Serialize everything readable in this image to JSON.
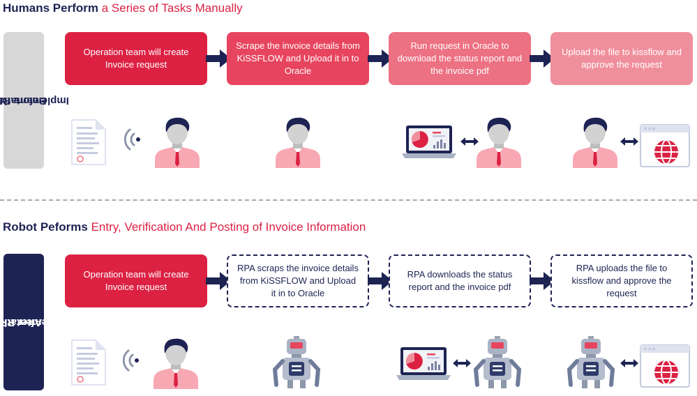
{
  "before": {
    "heading_strong": "Humans Perform",
    "heading_rest": "a Series of Tasks Manually",
    "side_label": [
      "Before RPA",
      "Implementation"
    ],
    "steps": [
      "Operation team will create Invoice request",
      "Scrape the invoice details from KiSSFLOW and Upload it in to Oracle",
      "Run request in Oracle to download the status report and the invoice pdf",
      "Upload the file to kissflow and approve the request"
    ]
  },
  "after": {
    "heading_strong": "Robot Peforms",
    "heading_rest": "Entry, Verification And Posting of Invoice Information",
    "side_label": [
      "After RPA",
      "Implementation"
    ],
    "steps": [
      "Operation team will create Invoice request",
      "RPA scraps the invoice details from KiSSFLOW and Upload it in to Oracle",
      "RPA downloads the status report and the invoice pdf",
      "RPA uploads the file to kissflow and approve the request"
    ]
  },
  "colors": {
    "navy": "#1d2353",
    "red": "#dc2143",
    "step_gradient": [
      "#dc2143",
      "#e7455f",
      "#ec7182",
      "#f08f9c"
    ],
    "side_label_before": "#d7d7d8"
  },
  "icons": {
    "before": [
      "document-icon",
      "signal-icon",
      "person-icon",
      "person-icon",
      "laptop-chart-icon",
      "double-arrow-icon",
      "person-icon",
      "person-icon",
      "double-arrow-icon",
      "browser-globe-icon"
    ],
    "after": [
      "document-icon",
      "signal-icon",
      "person-icon",
      "robot-icon",
      "laptop-chart-icon",
      "double-arrow-icon",
      "robot-icon",
      "robot-icon",
      "double-arrow-icon",
      "browser-globe-icon"
    ]
  }
}
